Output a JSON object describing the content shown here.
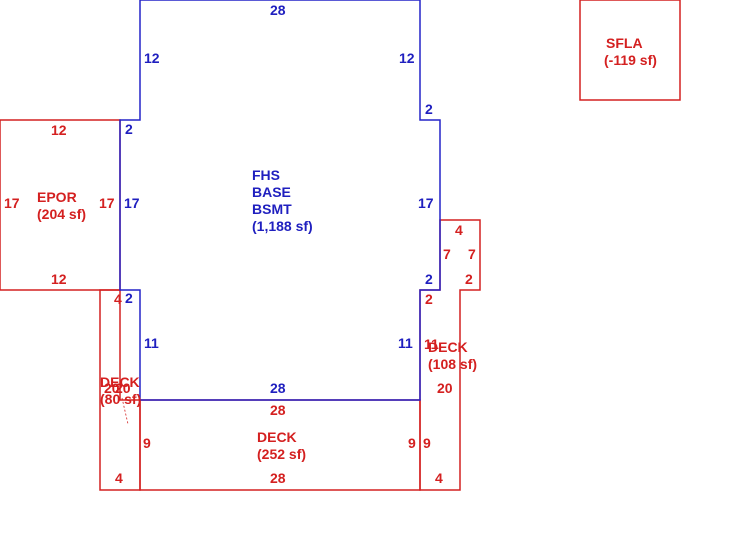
{
  "colors": {
    "main": "#2424c8",
    "addition": "#d42020",
    "background": "#ffffff"
  },
  "main_area": {
    "lines": [
      "FHS",
      "BASE",
      "BSMT",
      "(1,188 sf)"
    ],
    "dimensions": {
      "top": "28",
      "upper_left": "12",
      "upper_right": "12",
      "right_step_top": "2",
      "left_step": "2",
      "left_mid": "17",
      "right_mid": "17",
      "right_step_bottom": "2",
      "left_step_bottom": "2",
      "lower_left": "11",
      "lower_right": "11",
      "bottom": "28"
    }
  },
  "epor": {
    "name": "EPOR",
    "area": "(204 sf)",
    "dimensions": {
      "top": "12",
      "left": "17",
      "right": "17",
      "bottom": "12"
    }
  },
  "sfla": {
    "name": "SFLA",
    "area": "(-119 sf)"
  },
  "deck_right": {
    "name": "DECK",
    "area": "(108 sf)",
    "dimensions": {
      "top": "4",
      "inner_step": "7",
      "outer": "7",
      "step": "2",
      "inner_step_bottom": "2",
      "inner": "11",
      "side": "20",
      "bottom": "4"
    }
  },
  "deck_left": {
    "name": "DECK",
    "area": "(80 sf)",
    "dimensions": {
      "top": "4",
      "side": "20",
      "inner": "20",
      "bottom": "4"
    }
  },
  "deck_bottom": {
    "name": "DECK",
    "area": "(252 sf)",
    "dimensions": {
      "top": "28",
      "left": "9",
      "right": "9",
      "right_outer": "9",
      "bottom": "28"
    }
  }
}
